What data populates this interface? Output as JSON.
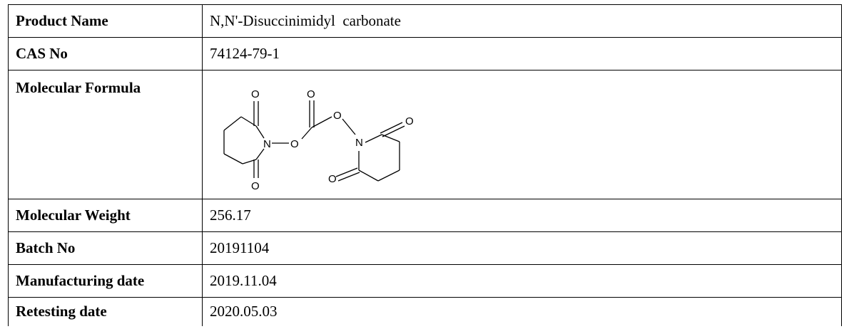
{
  "rows": [
    {
      "label": "Product Name",
      "value": "N,N'-Disuccinimidyl  carbonate"
    },
    {
      "label": "CAS No",
      "value": "74124-79-1"
    },
    {
      "label": "Molecular Formula",
      "value": ""
    },
    {
      "label": "Molecular Weight",
      "value": "256.17"
    },
    {
      "label": "Batch No",
      "value": "20191104"
    },
    {
      "label": "Manufacturing date",
      "value": "2019.11.04"
    },
    {
      "label": "Retesting date",
      "value": "2020.05.03"
    }
  ],
  "structure_atoms": {
    "o1": "O",
    "o2": "O",
    "o3": "O",
    "o4": "O",
    "o5": "O",
    "o6": "O",
    "o7": "O",
    "n1": "N",
    "n2": "N"
  }
}
